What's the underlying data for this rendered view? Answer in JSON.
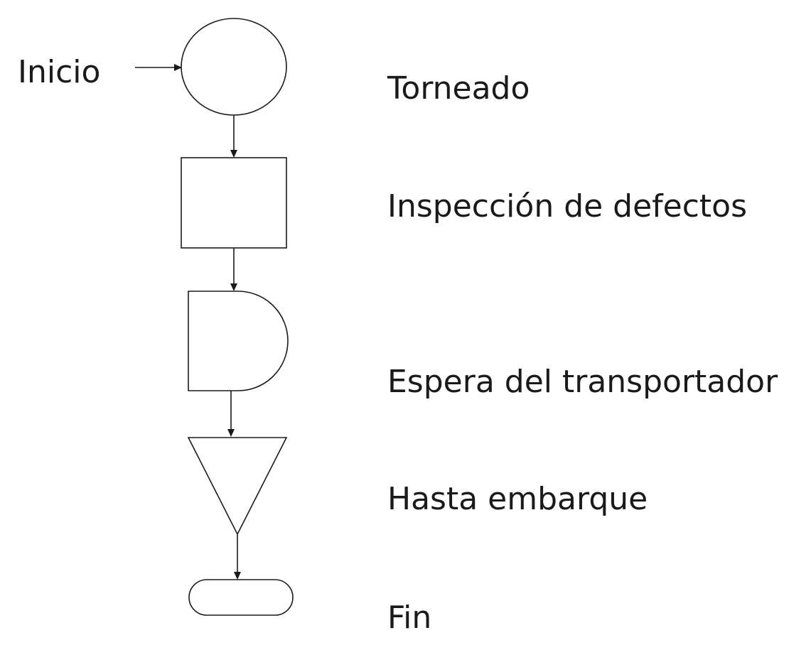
{
  "diagram": {
    "start_label": "Inicio",
    "steps": [
      {
        "symbol": "circle",
        "label": "Torneado"
      },
      {
        "symbol": "square",
        "label": "Inspección de defectos"
      },
      {
        "symbol": "d-shape",
        "label": "Espera del transportador"
      },
      {
        "symbol": "inverted-triangle",
        "label": "Hasta embarque"
      },
      {
        "symbol": "rounded-terminal",
        "label": "Fin"
      }
    ],
    "colors": {
      "stroke": "#1a1a1a",
      "background": "#ffffff"
    }
  }
}
